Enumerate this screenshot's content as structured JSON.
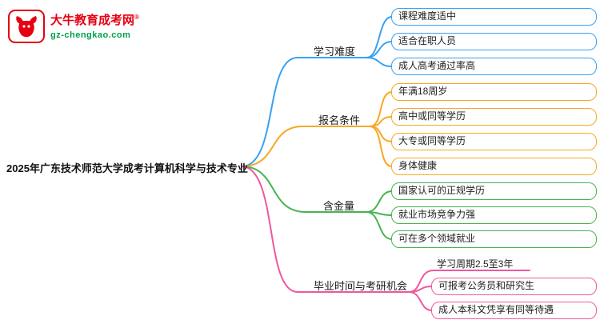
{
  "logo": {
    "brand": "大牛教育成考网",
    "reg_mark": "®",
    "domain": "gz-chengkao.com",
    "brand_color": "#e60012",
    "domain_color": "#009e4b"
  },
  "root": {
    "label": "2025年广东技术师范大学成考计算机科学与技术专业"
  },
  "branches": [
    {
      "label": "学习难度",
      "color": "#38a1f1",
      "children": [
        {
          "label": "课程难度适中"
        },
        {
          "label": "适合在职人员"
        },
        {
          "label": "成人高考通过率高"
        }
      ]
    },
    {
      "label": "报名条件",
      "color": "#f7a825",
      "children": [
        {
          "label": "年满18周岁"
        },
        {
          "label": "高中或同等学历"
        },
        {
          "label": "大专或同等学历"
        },
        {
          "label": "身体健康"
        }
      ]
    },
    {
      "label": "含金量",
      "color": "#46b450",
      "children": [
        {
          "label": "国家认可的正规学历"
        },
        {
          "label": "就业市场竞争力强"
        },
        {
          "label": "可在多个领域就业"
        }
      ]
    },
    {
      "label": "毕业时间与考研机会",
      "color": "#f0579d",
      "children": [
        {
          "label": "学习周期2.5至3年",
          "style": "underline"
        },
        {
          "label": "可报考公务员和研究生"
        },
        {
          "label": "成人本科文凭享有同等待遇"
        }
      ]
    }
  ]
}
